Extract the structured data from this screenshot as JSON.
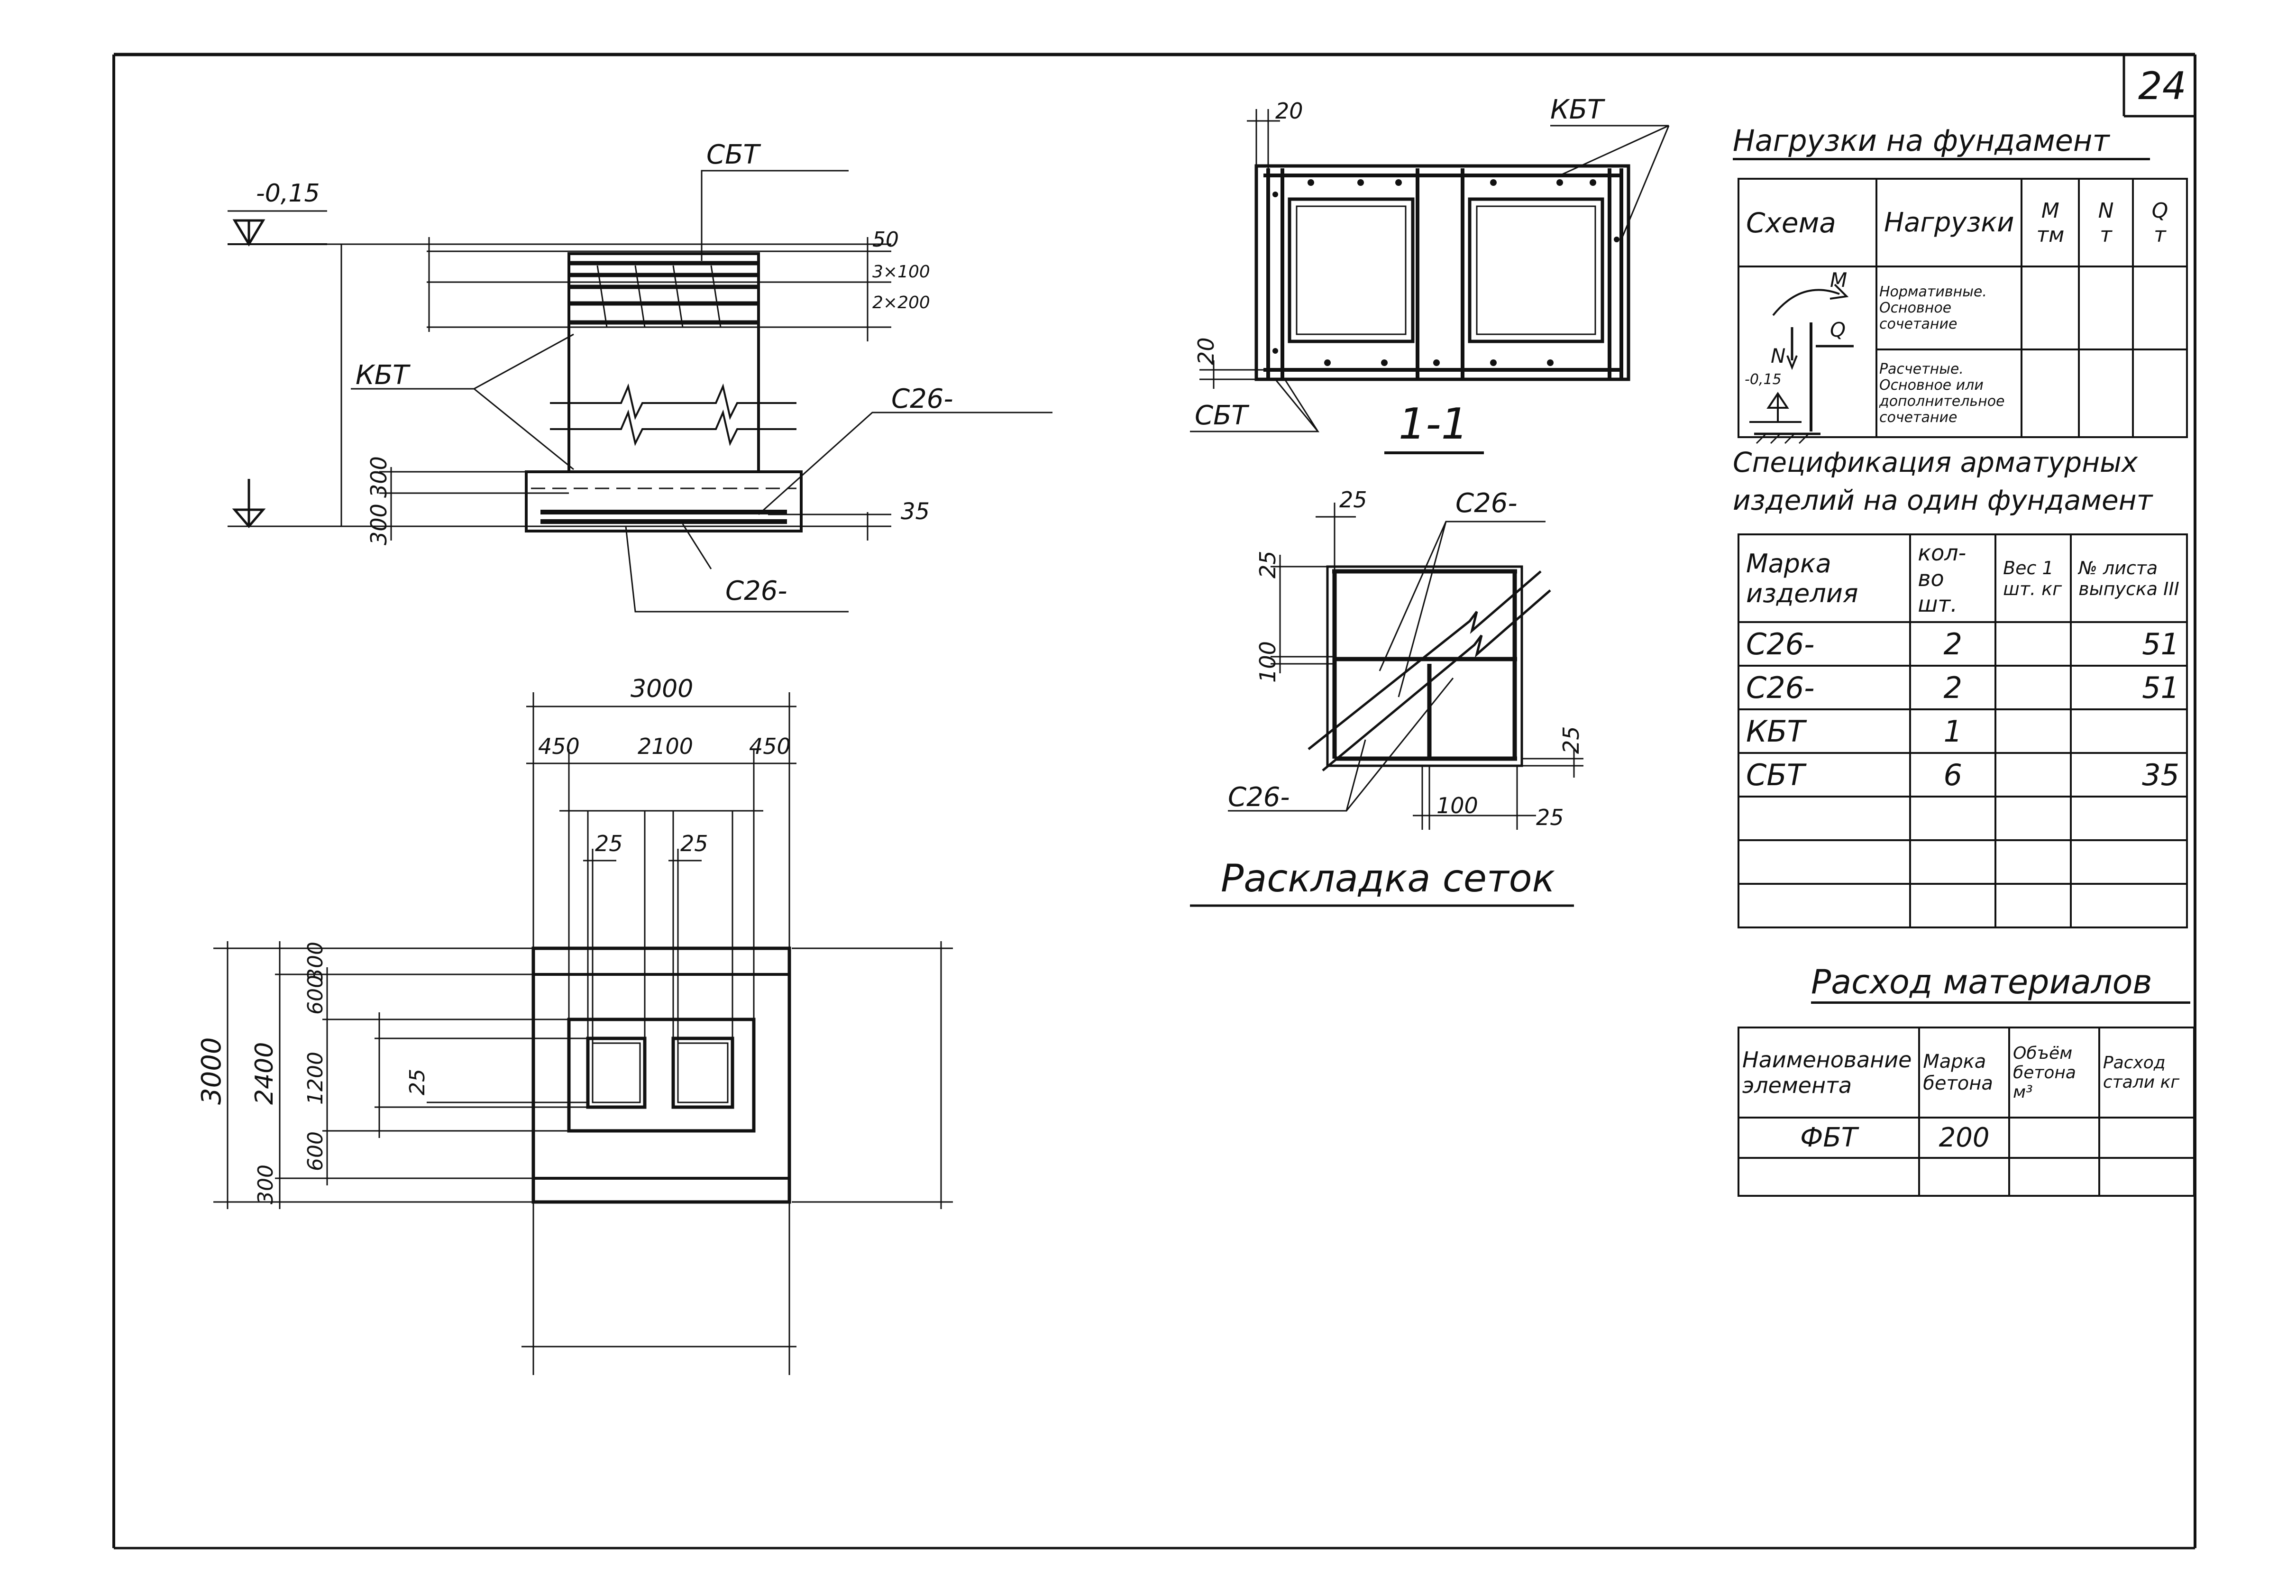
{
  "sheet_number": "24",
  "elevation": {
    "level_top": "-0,15",
    "level_bottom": "-",
    "dim_right": [
      "50",
      "3×100",
      "2×200",
      "35"
    ],
    "dim_left": [
      "300",
      "300",
      "300"
    ],
    "labels": {
      "sbt": "СБТ",
      "kbt": "КБТ",
      "c26_a": "С26-",
      "c26_b": "С26-"
    }
  },
  "plan": {
    "top_total": "3000",
    "top_parts": [
      "450",
      "2100",
      "450"
    ],
    "top_gaps": [
      "25",
      "25"
    ],
    "left_total": "3000",
    "left_mid": "2400",
    "left_parts": [
      "300",
      "600",
      "1200",
      "600",
      "300"
    ],
    "left_gap": "25"
  },
  "section": {
    "title": "1-1",
    "dims": [
      "20",
      "20"
    ],
    "labels": {
      "kbt": "КБТ",
      "sbt": "СБТ"
    }
  },
  "mesh": {
    "title": "Раскладка сеток",
    "dims": [
      "25",
      "25",
      "100",
      "25",
      "100",
      "25"
    ],
    "labels": {
      "c26_a": "С26-",
      "c26_b": "С26-"
    }
  },
  "loads_table": {
    "title": "Нагрузки на фундамент",
    "headers": [
      "Схема",
      "Нагрузки",
      "М\nтм",
      "N\nт",
      "Q\nт"
    ],
    "rows": [
      "Нормативные. Основное сочетание",
      "Расчетные. Основное или дополнительное сочетание"
    ],
    "scheme_labels": [
      "M",
      "N",
      "Q",
      "-0,15"
    ]
  },
  "spec_table": {
    "title": "Спецификация арматурных изделий на один фундамент",
    "headers": [
      "Марка изделия",
      "кол-во шт.",
      "Вес 1 шт. кг",
      "№ листа выпуска III"
    ],
    "rows": [
      [
        "С26-",
        "2",
        "",
        "51"
      ],
      [
        "С26-",
        "2",
        "",
        "51"
      ],
      [
        "КБТ",
        "1",
        "",
        ""
      ],
      [
        "СБТ",
        "6",
        "",
        "35"
      ],
      [
        "",
        "",
        "",
        ""
      ],
      [
        "",
        "",
        "",
        ""
      ],
      [
        "",
        "",
        "",
        ""
      ]
    ]
  },
  "material_table": {
    "title": "Расход материалов",
    "headers": [
      "Наименование элемента",
      "Марка бетона",
      "Объём бетона м³",
      "Расход стали кг"
    ],
    "rows": [
      [
        "ФБТ",
        "200",
        "",
        ""
      ],
      [
        "",
        "",
        "",
        ""
      ]
    ]
  }
}
